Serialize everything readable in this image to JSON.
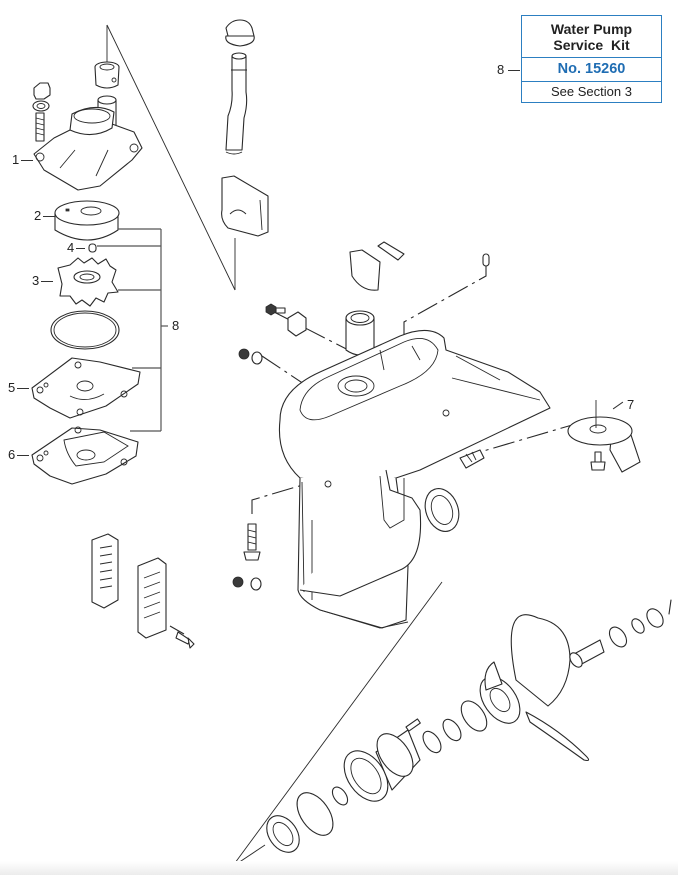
{
  "diagram": {
    "title": "Lower unit / water pump exploded parts diagram",
    "kit_box": {
      "callout": "8",
      "title_line1": "Water Pump",
      "title_line2": "Service  Kit",
      "number": "No. 15260",
      "section": "See Section 3",
      "border_color": "#2c7fc1",
      "number_color": "#1f6db3"
    },
    "callouts": [
      {
        "id": "1",
        "part": "water-pump-housing"
      },
      {
        "id": "2",
        "part": "impeller-cup-liner"
      },
      {
        "id": "3",
        "part": "impeller"
      },
      {
        "id": "4",
        "part": "impeller-key"
      },
      {
        "id": "5",
        "part": "outer-plate-gasket"
      },
      {
        "id": "6",
        "part": "lower-gasket"
      },
      {
        "id": "7",
        "part": "anode-trim-tab"
      },
      {
        "id": "8",
        "part": "water-pump-kit-bracket"
      }
    ],
    "line_color": "#2a2a2a"
  }
}
